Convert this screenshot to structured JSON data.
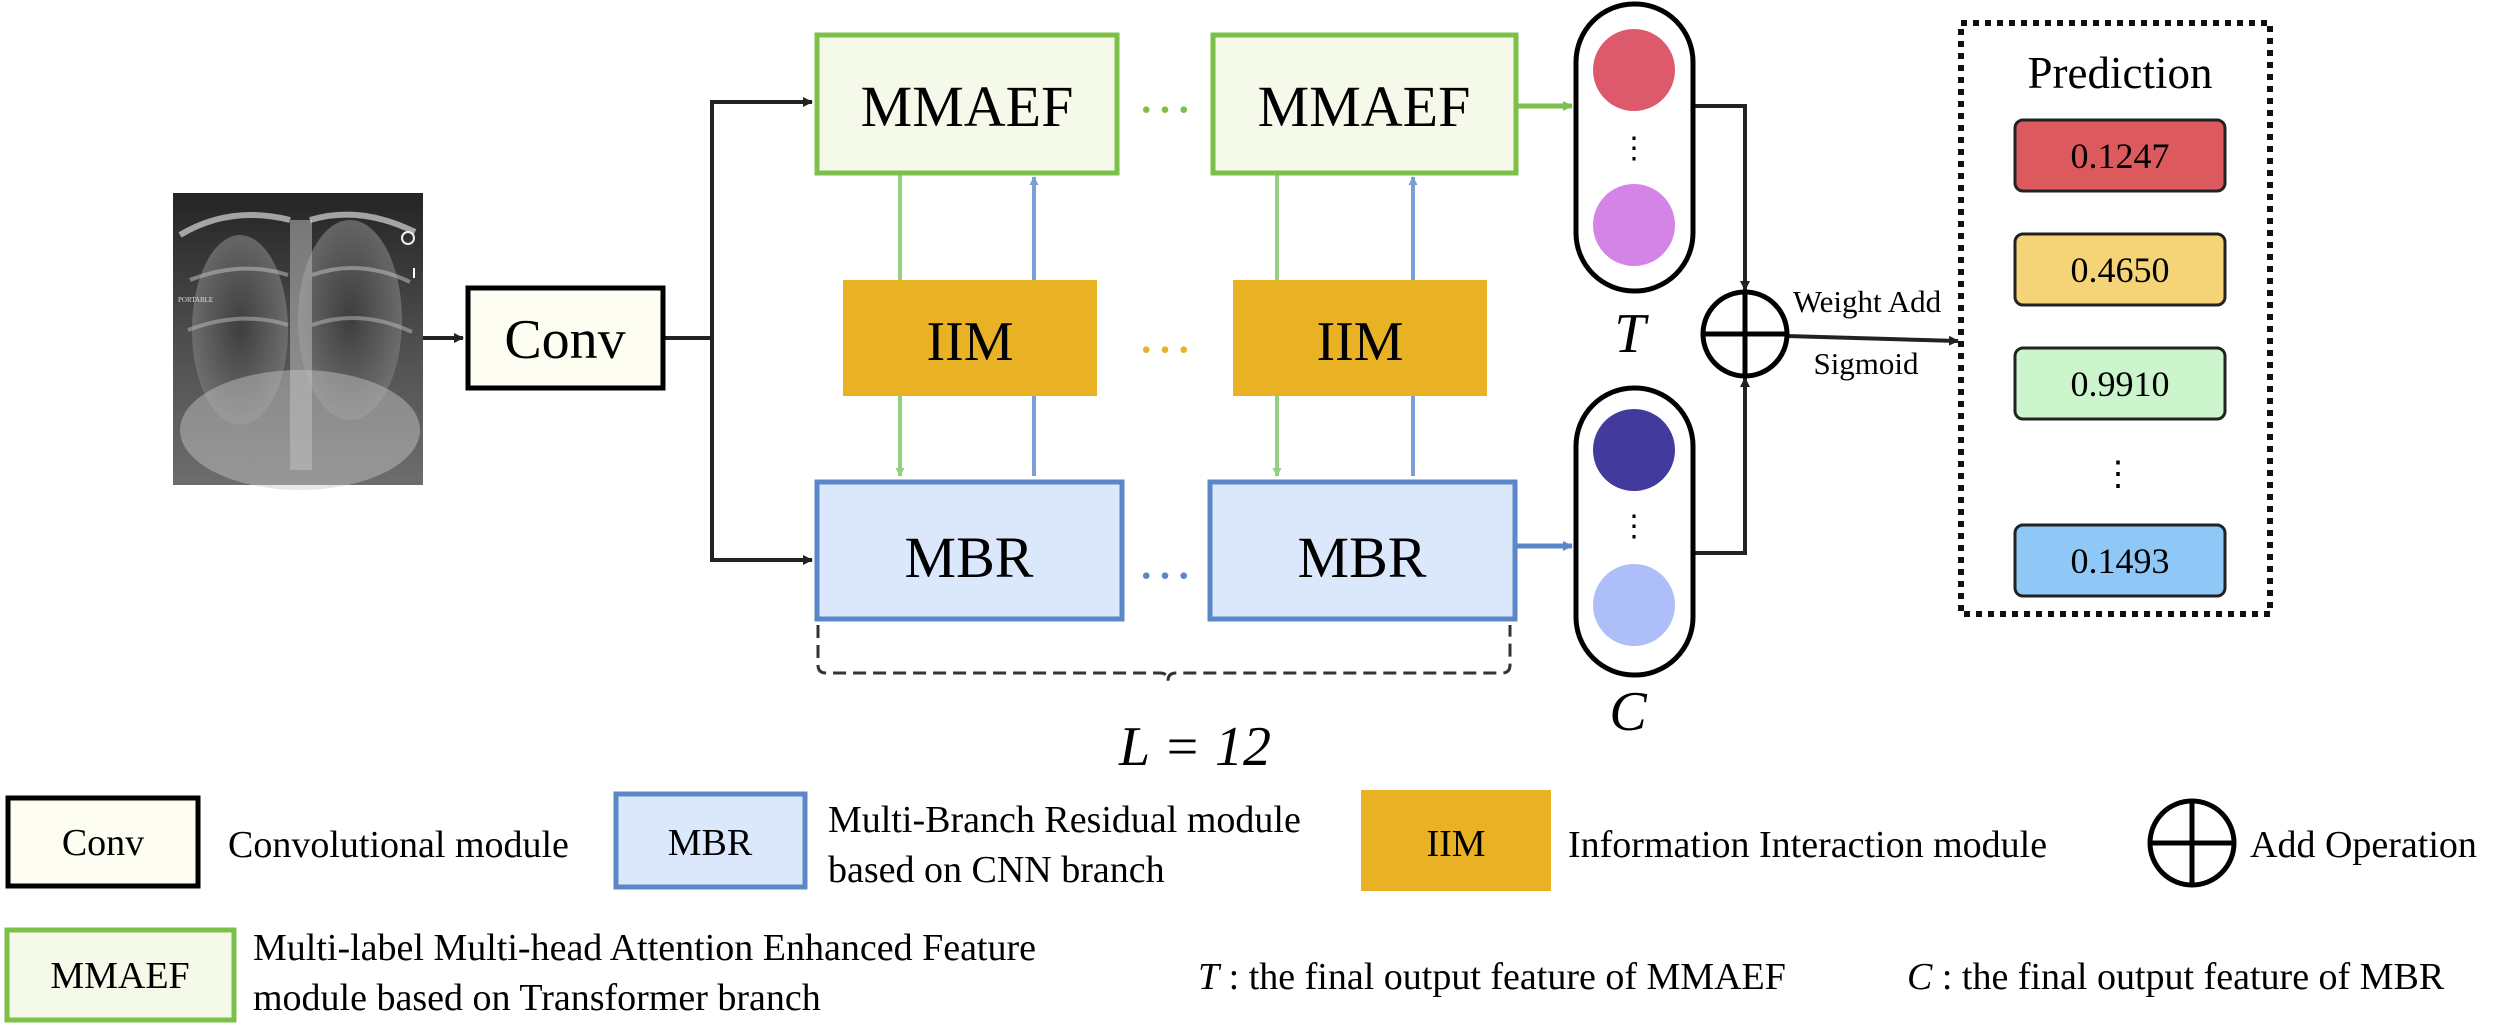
{
  "diagram": {
    "conv": {
      "label": "Conv"
    },
    "mmaef": {
      "label": "MMAEF"
    },
    "iim": {
      "label": "IIM"
    },
    "mbr": {
      "label": "MBR"
    },
    "ellipsis": "…",
    "feature_t": "T",
    "feature_c": "C",
    "layers_label": "L = 12",
    "combine": {
      "line1": "Weight Add",
      "line2": "Sigmoid"
    },
    "prediction": {
      "title": "Prediction",
      "values": [
        "0.1247",
        "0.4650",
        "0.9910",
        "0.1493"
      ]
    }
  },
  "legend": {
    "conv_key": "Conv",
    "conv_desc": "Convolutional module",
    "mbr_key": "MBR",
    "mbr_desc_line1": "Multi-Branch Residual module",
    "mbr_desc_line2": "based on CNN branch",
    "iim_key": "IIM",
    "iim_desc": "Information Interaction module",
    "add_desc": "Add Operation",
    "mmaef_key": "MMAEF",
    "mmaef_desc_line1": "Multi-label Multi-head Attention Enhanced Feature",
    "mmaef_desc_line2": "module based on Transformer branch",
    "t_symbol": "T",
    "t_desc": " : the final output feature of MMAEF",
    "c_symbol": "C",
    "c_desc": " : the final output feature of MBR"
  },
  "colors": {
    "mmaef_border": "#7cc04a",
    "mmaef_fill": "#f4f9e9",
    "mbr_border": "#5b87c8",
    "mbr_fill": "#dbe8fb",
    "iim_fill": "#e9b124",
    "conv_fill": "#fefdf2",
    "t_dot_top": "#dc5a6c",
    "t_dot_bottom": "#d384e6",
    "c_dot_top": "#433a9e",
    "c_dot_bottom": "#aebef8",
    "pred_1": "#dc5a5e",
    "pred_2": "#f5d477",
    "pred_3": "#ccf5cd",
    "pred_4": "#8fc8f6"
  }
}
